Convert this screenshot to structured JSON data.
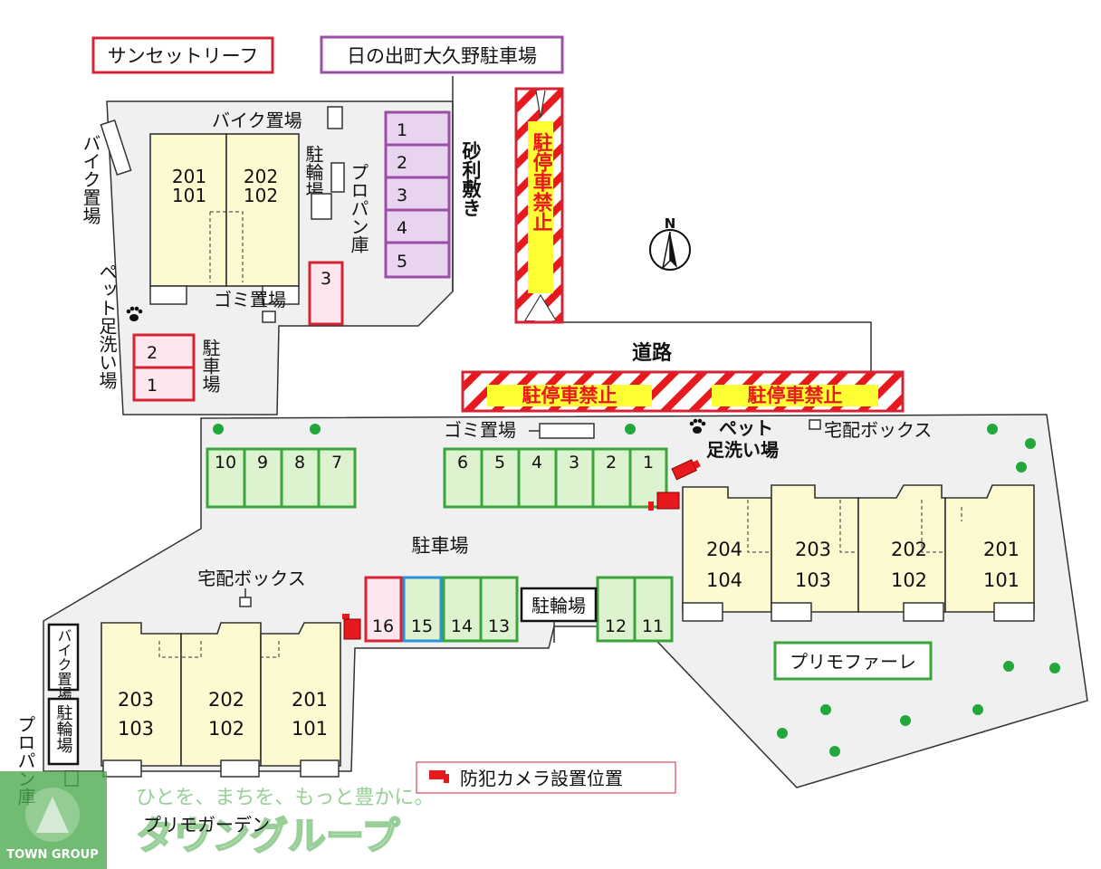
{
  "colors": {
    "lot": "#f0f0f0",
    "unit": "#fdfad2",
    "parking_green": "#3aa53a",
    "parking_purple": "#9b4ea8",
    "parking_red": "#d42334",
    "parking_blue": "#2a93d6",
    "no_parking_fill": "#ffff33",
    "no_parking_text": "#e8191d",
    "tree": "#22a83a",
    "watermark": "#7bc27a"
  },
  "titles": {
    "sunset": "サンセットリーフ",
    "hinode": "日の出町大久野駐車場"
  },
  "labels": {
    "bike_parking_1": "バイク置場",
    "bike_parking_2": "バイク置場",
    "bike_parking_3": "バイク置場",
    "cycle_parking_1": "駐輪場",
    "cycle_parking_2": "駐輪場",
    "cycle_parking_3": "駐輪場",
    "propane_1": "プロパン庫",
    "propane_2": "プロパン庫",
    "garbage_1": "ゴミ置場",
    "garbage_2": "ゴミ置場",
    "pet_wash_1": "ペット足洗い場",
    "pet_wash_2_line1": "ペット",
    "pet_wash_2_line2": "足洗い場",
    "parking_small": "駐車場",
    "parking_main": "駐車場",
    "gravel": "砂利敷き",
    "road": "道路",
    "delivery_box_1": "宅配ボックス",
    "delivery_box_2": "宅配ボックス",
    "no_parking": "駐停車禁止",
    "north": "N",
    "camera_legend": "防犯カメラ設置位置"
  },
  "buildings": {
    "sunset": [
      {
        "upper": "201",
        "lower": "101"
      },
      {
        "upper": "202",
        "lower": "102"
      }
    ],
    "primo_farre_name": "プリモファーレ",
    "primo_farre": [
      {
        "upper": "204",
        "lower": "104"
      },
      {
        "upper": "203",
        "lower": "103"
      },
      {
        "upper": "202",
        "lower": "102"
      },
      {
        "upper": "201",
        "lower": "101"
      }
    ],
    "primo_garden_name": "プリモガーデン",
    "primo_garden": [
      {
        "upper": "203",
        "lower": "103"
      },
      {
        "upper": "202",
        "lower": "102"
      },
      {
        "upper": "201",
        "lower": "101"
      }
    ]
  },
  "parking": {
    "hinode_spaces": [
      "1",
      "2",
      "3",
      "4",
      "5"
    ],
    "sunset_spaces": [
      "2",
      "1",
      "3"
    ],
    "main_row_left": [
      "10",
      "9",
      "8",
      "7"
    ],
    "main_row_right": [
      "6",
      "5",
      "4",
      "3",
      "2",
      "1"
    ],
    "main_bottom": [
      "16",
      "15",
      "14",
      "13",
      "12",
      "11"
    ]
  },
  "watermark": {
    "tagline": "ひとを、まちを、もっと豊かに。",
    "brand": "タウングループ",
    "brand_en": "TOWN GROUP"
  }
}
